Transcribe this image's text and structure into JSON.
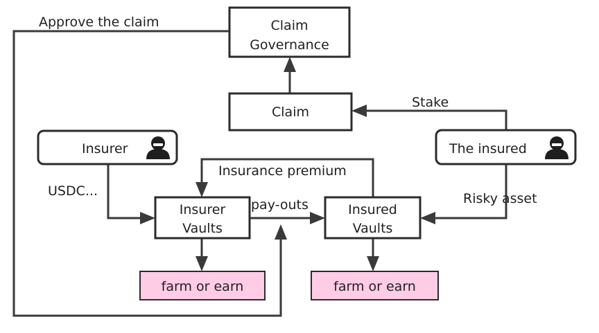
{
  "nodes": {
    "claim_governance": {
      "line1": "Claim",
      "line2": "Governance"
    },
    "claim": {
      "label": "Claim"
    },
    "insurer": {
      "label": "Insurer",
      "icon": "person-avatar-icon"
    },
    "the_insured": {
      "label": "The insured",
      "icon": "person-avatar-icon"
    },
    "insurer_vaults": {
      "line1": "Insurer",
      "line2": "Vaults"
    },
    "insured_vaults": {
      "line1": "Insured",
      "line2": "Vaults"
    },
    "farm_left": {
      "label": "farm or earn"
    },
    "farm_right": {
      "label": "farm or earn"
    }
  },
  "edges": {
    "approve_the_claim": "Approve the claim",
    "stake": "Stake",
    "insurance_premium": "Insurance premium",
    "usdc": "USDC...",
    "pay_outs": "pay-outs",
    "risky_asset": "Risky asset"
  },
  "colors": {
    "farm_fill": "#ffcce6",
    "stroke": "#2b2b2b",
    "icon": "#1f1f1f"
  }
}
